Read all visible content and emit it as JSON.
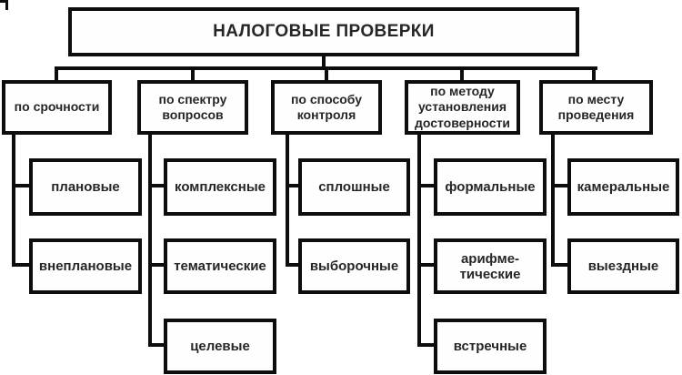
{
  "title": "НАЛОГОВЫЕ ПРОВЕРКИ",
  "colors": {
    "background": "#ffffff",
    "line": "#0d0d0d",
    "text": "#262626"
  },
  "columns": [
    {
      "header": "по срочности",
      "children": [
        "плановые",
        "внеплановые"
      ]
    },
    {
      "header": "по спектру\nвопросов",
      "children": [
        "комплексные",
        "тематические",
        "целевые"
      ]
    },
    {
      "header": "по способу\nконтроля",
      "children": [
        "сплошные",
        "выборочные"
      ]
    },
    {
      "header": "по методу\nустановления\nдостоверности",
      "children": [
        "формальные",
        "арифме-\nтические",
        "встречные"
      ]
    },
    {
      "header": "по месту\nпроведения",
      "children": [
        "камеральные",
        "выездные"
      ]
    }
  ]
}
